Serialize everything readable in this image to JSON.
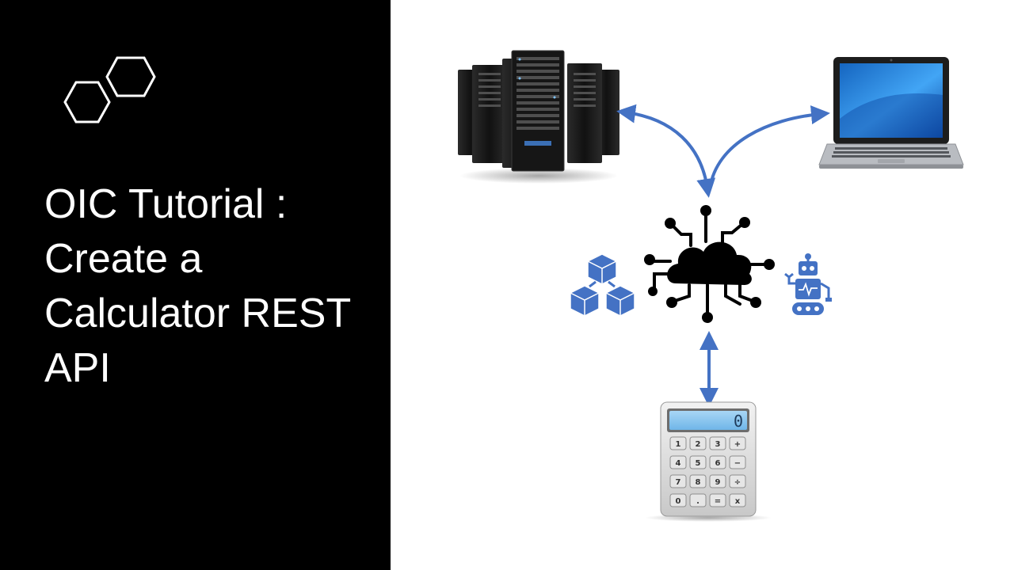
{
  "slide": {
    "title_lines": [
      "OIC Tutorial :",
      "Create a",
      "Calculator REST",
      "API"
    ]
  },
  "colors": {
    "left_panel": "#000000",
    "title_text": "#ffffff",
    "arrow": "#4472c4",
    "icon_blue": "#4472c4",
    "cloud": "#000000"
  },
  "icons": {
    "logo": "hexagon-logo-icon",
    "server": "server-rack-icon",
    "laptop": "laptop-icon",
    "cloud": "cloud-network-icon",
    "blocks": "blocks-icon",
    "robot": "robot-icon",
    "calculator": "calculator-icon"
  },
  "calculator": {
    "display": "0",
    "keys": [
      "1",
      "2",
      "3",
      "+",
      "4",
      "5",
      "6",
      "−",
      "7",
      "8",
      "9",
      "÷",
      "0",
      ".",
      "=",
      "x"
    ]
  }
}
